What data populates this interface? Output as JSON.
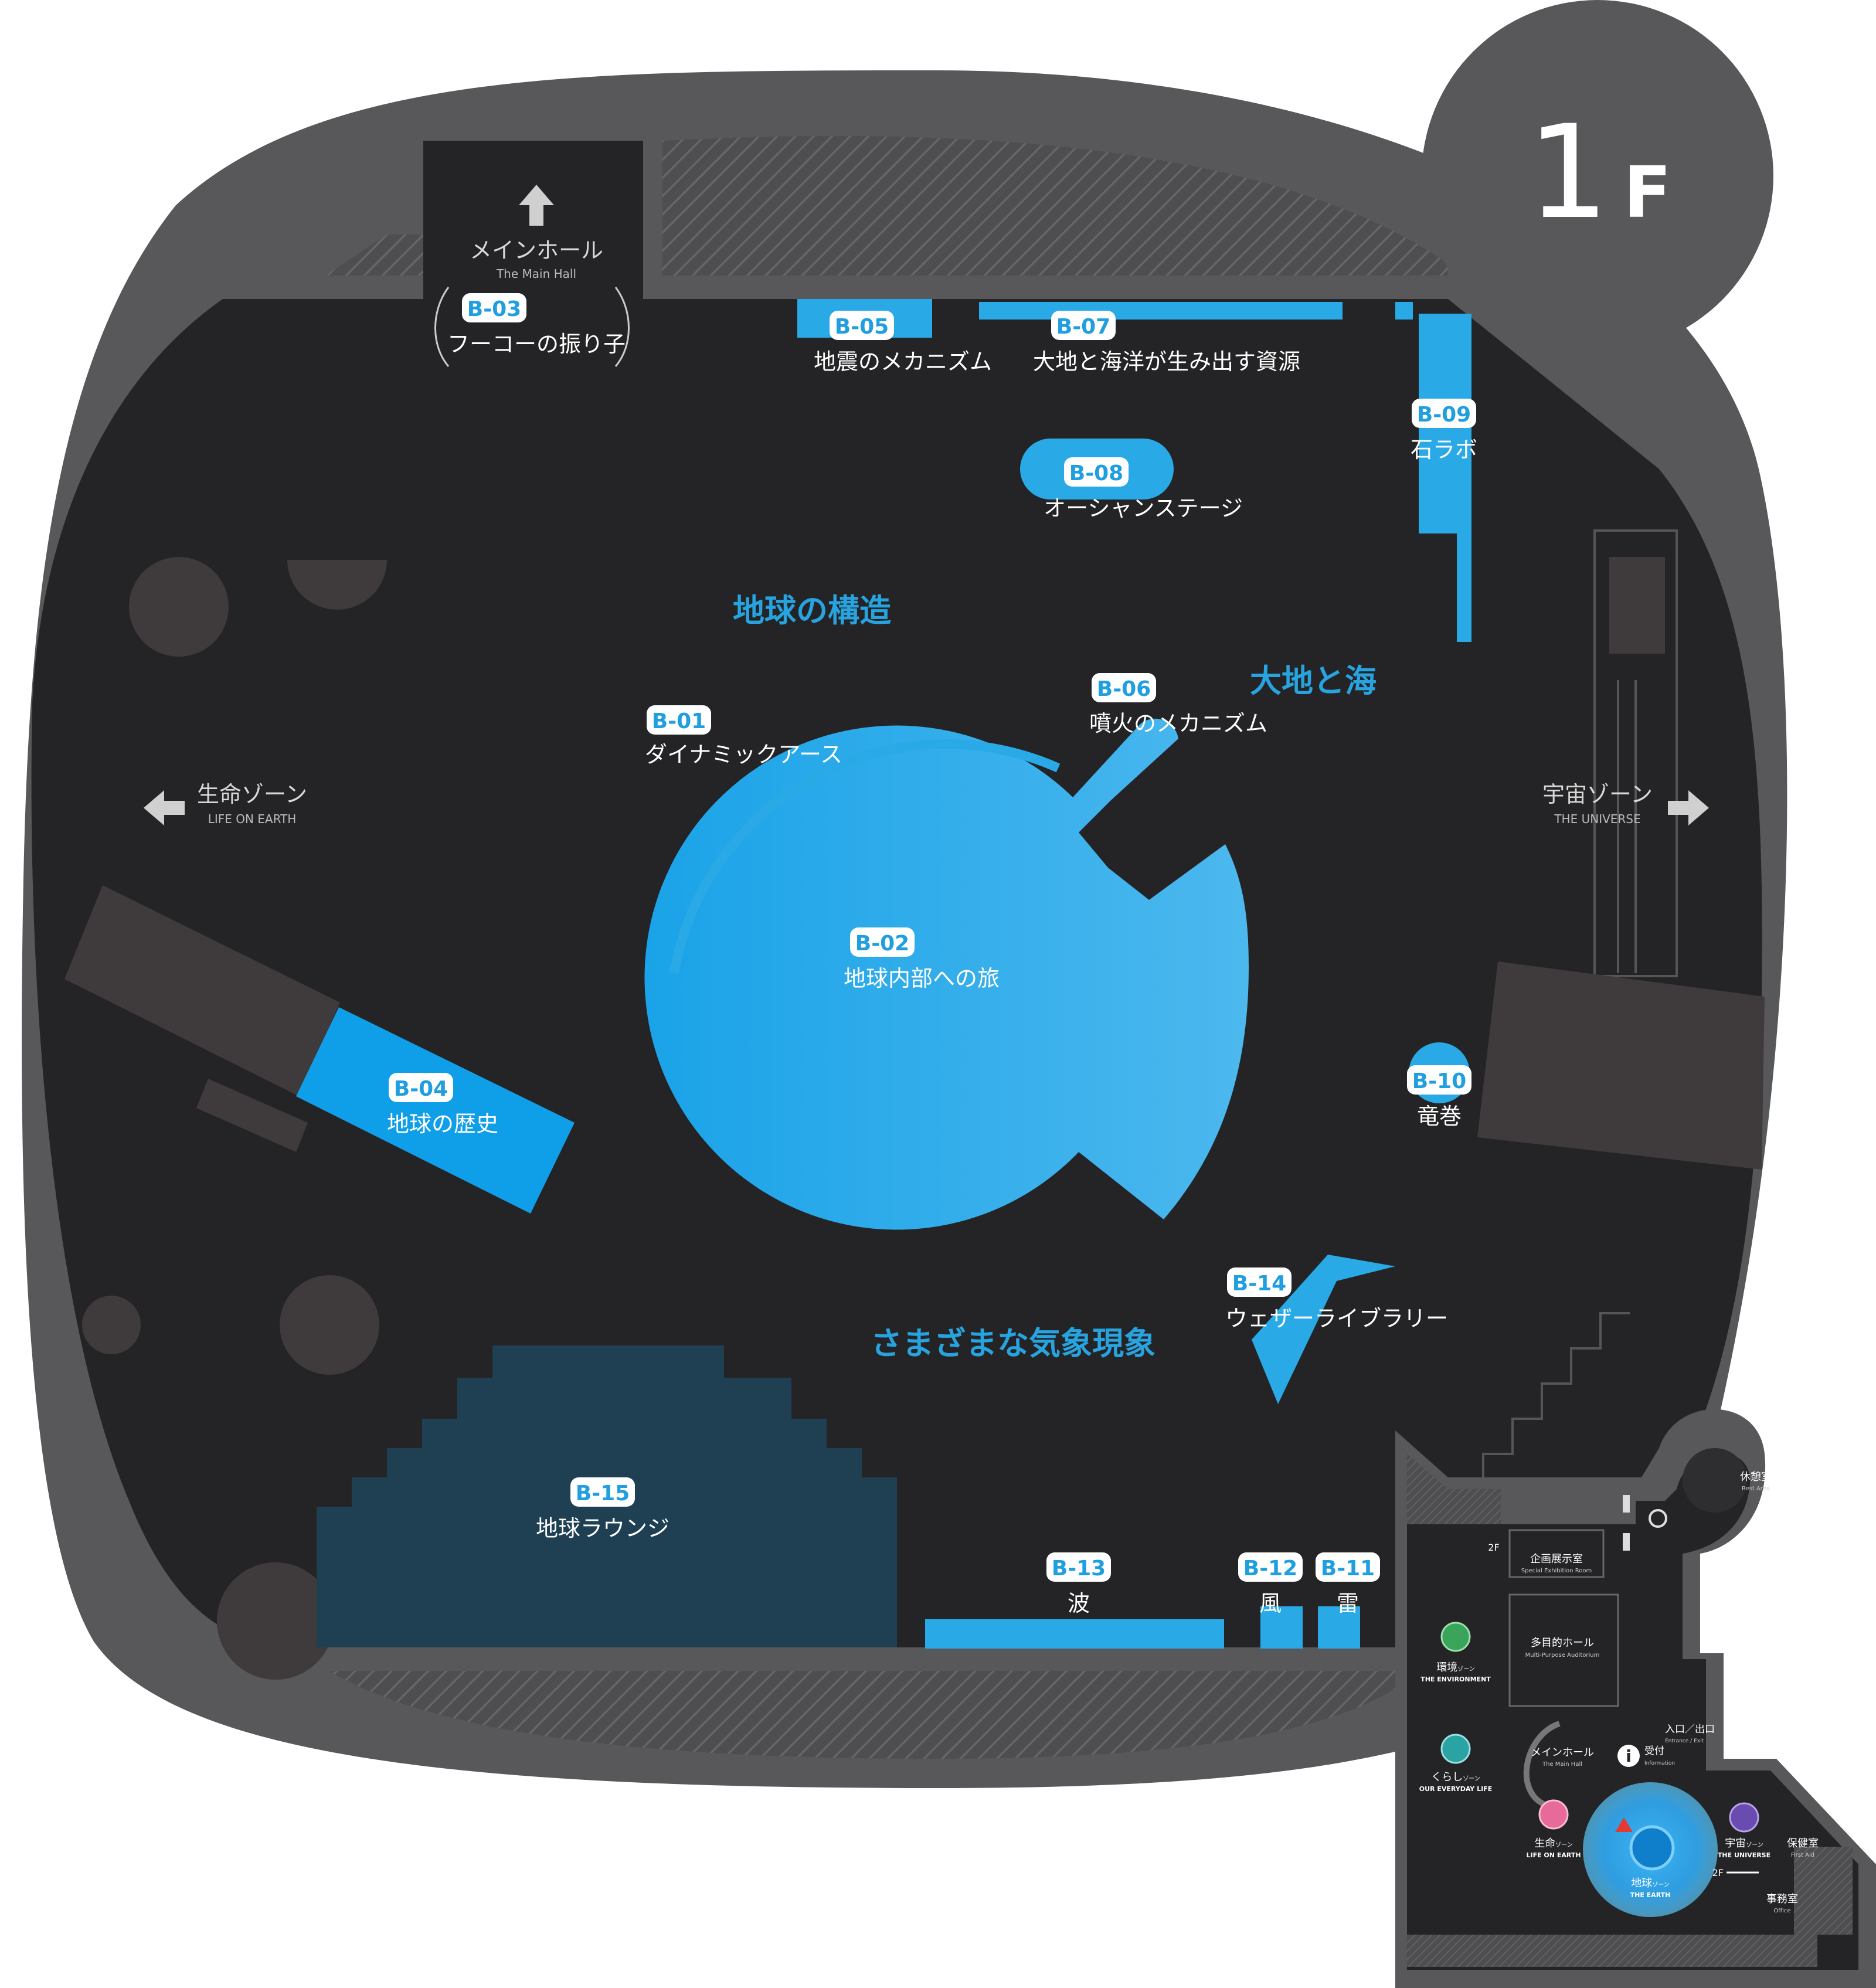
{
  "floor": {
    "number": "1",
    "suffix": "F"
  },
  "colors": {
    "background": "#ffffff",
    "outer_ring": "#58585a",
    "floor_dark": "#242426",
    "feature_gray": "#3f3a3b",
    "exhibit_blue": "#29aae6",
    "exhibit_blue_deep": "#0f9fe8",
    "lounge": "#1f3f52",
    "zone_text": "#27a3e0"
  },
  "zones": {
    "structure": "地球の構造",
    "land_sea": "大地と海",
    "weather": "さまざまな気象現象"
  },
  "exits": {
    "main_hall": {
      "jp": "メインホール",
      "en": "The Main Hall"
    },
    "life": {
      "jp": "生命ゾーン",
      "en": "LIFE ON EARTH"
    },
    "universe": {
      "jp": "宇宙ゾーン",
      "en": "THE UNIVERSE"
    }
  },
  "exhibits": {
    "b01": {
      "code": "B-01",
      "name": "ダイナミックアース"
    },
    "b02": {
      "code": "B-02",
      "name": "地球内部への旅"
    },
    "b03": {
      "code": "B-03",
      "name": "フーコーの振り子"
    },
    "b04": {
      "code": "B-04",
      "name": "地球の歴史"
    },
    "b05": {
      "code": "B-05",
      "name": "地震のメカニズム"
    },
    "b06": {
      "code": "B-06",
      "name": "噴火のメカニズム"
    },
    "b07": {
      "code": "B-07",
      "name": "大地と海洋が生み出す資源"
    },
    "b08": {
      "code": "B-08",
      "name": "オーシャンステージ"
    },
    "b09": {
      "code": "B-09",
      "name": "石ラボ"
    },
    "b10": {
      "code": "B-10",
      "name": "竜巻"
    },
    "b11": {
      "code": "B-11",
      "name": "雷"
    },
    "b12": {
      "code": "B-12",
      "name": "風"
    },
    "b13": {
      "code": "B-13",
      "name": "波"
    },
    "b14": {
      "code": "B-14",
      "name": "ウェザーライブラリー"
    },
    "b15": {
      "code": "B-15",
      "name": "地球ラウンジ"
    }
  },
  "minimap": {
    "rest_area": {
      "jp": "休憩室",
      "en": "Rest Area"
    },
    "special_exhibition": {
      "jp": "企画展示室",
      "en": "Special Exhibition Room"
    },
    "auditorium": {
      "jp": "多目的ホール",
      "en": "Multi-Purpose Auditorium"
    },
    "environment": {
      "jp": "環境",
      "jp_small": "ゾーン",
      "en": "THE ENVIRONMENT"
    },
    "everyday": {
      "jp": "くらし",
      "jp_small": "ゾーン",
      "en": "OUR EVERYDAY LIFE"
    },
    "main_hall": {
      "jp": "メインホール",
      "en": "The Main Hall"
    },
    "entrance": {
      "jp": "入口／出口",
      "en": "Entrance / Exit"
    },
    "information": {
      "jp": "受付",
      "en": "Information"
    },
    "life": {
      "jp": "生命",
      "jp_small": "ゾーン",
      "en": "LIFE ON EARTH"
    },
    "earth": {
      "jp": "地球",
      "jp_small": "ゾーン",
      "en": "THE EARTH"
    },
    "universe": {
      "jp": "宇宙",
      "jp_small": "ゾーン",
      "en": "THE UNIVERSE"
    },
    "first_aid": {
      "jp": "保健室",
      "en": "First Aid"
    },
    "office": {
      "jp": "事務室",
      "en": "Office"
    },
    "to_2f": "2F",
    "info_icon": "i"
  }
}
